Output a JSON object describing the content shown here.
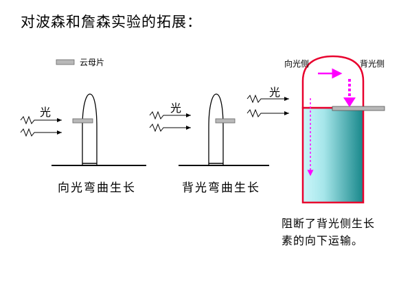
{
  "title": "对波森和詹森实验的拓展：",
  "legend": {
    "mica_label": "云母片"
  },
  "panels": [
    {
      "light_label": "光",
      "caption": "向光弯曲生长"
    },
    {
      "light_label": "光",
      "caption": "背光弯曲生长"
    },
    {
      "light_label": "光",
      "side_left_label": "向光侧",
      "side_right_label": "背光侧",
      "note_line1": "阻断了背光侧生长",
      "note_line2": "素的向下运输。"
    }
  ],
  "colors": {
    "tip_outline": "#e8002d",
    "arrow_magenta": "#ff00ff",
    "mica_fill": "#b8b8b8",
    "stem_light": "#c8f4f8",
    "stem_dark": "#1e8c8c"
  }
}
